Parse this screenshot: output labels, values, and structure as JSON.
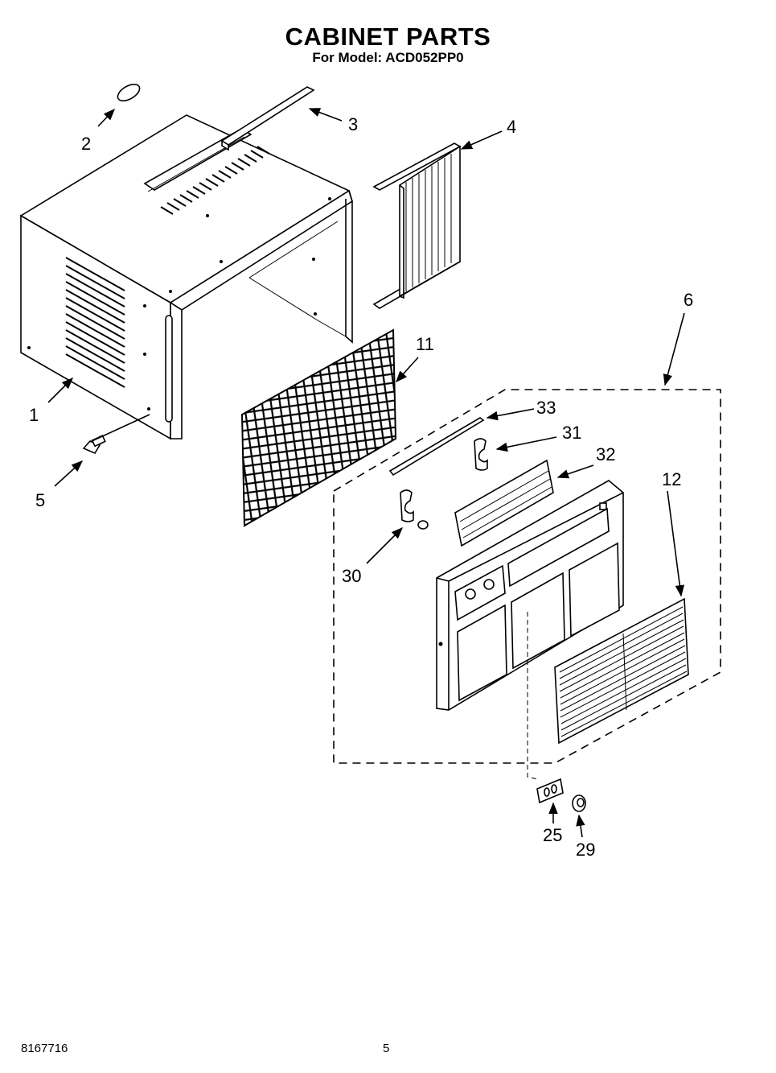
{
  "header": {
    "title": "CABINET PARTS",
    "subtitle": "For Model: ACD052PP0"
  },
  "footer": {
    "doc_number": "8167716",
    "page_number": "5"
  },
  "callouts": {
    "c1": "1",
    "c2": "2",
    "c3": "3",
    "c4": "4",
    "c5": "5",
    "c6": "6",
    "c11": "11",
    "c12": "12",
    "c25": "25",
    "c29": "29",
    "c30": "30",
    "c31": "31",
    "c32": "32",
    "c33": "33"
  }
}
